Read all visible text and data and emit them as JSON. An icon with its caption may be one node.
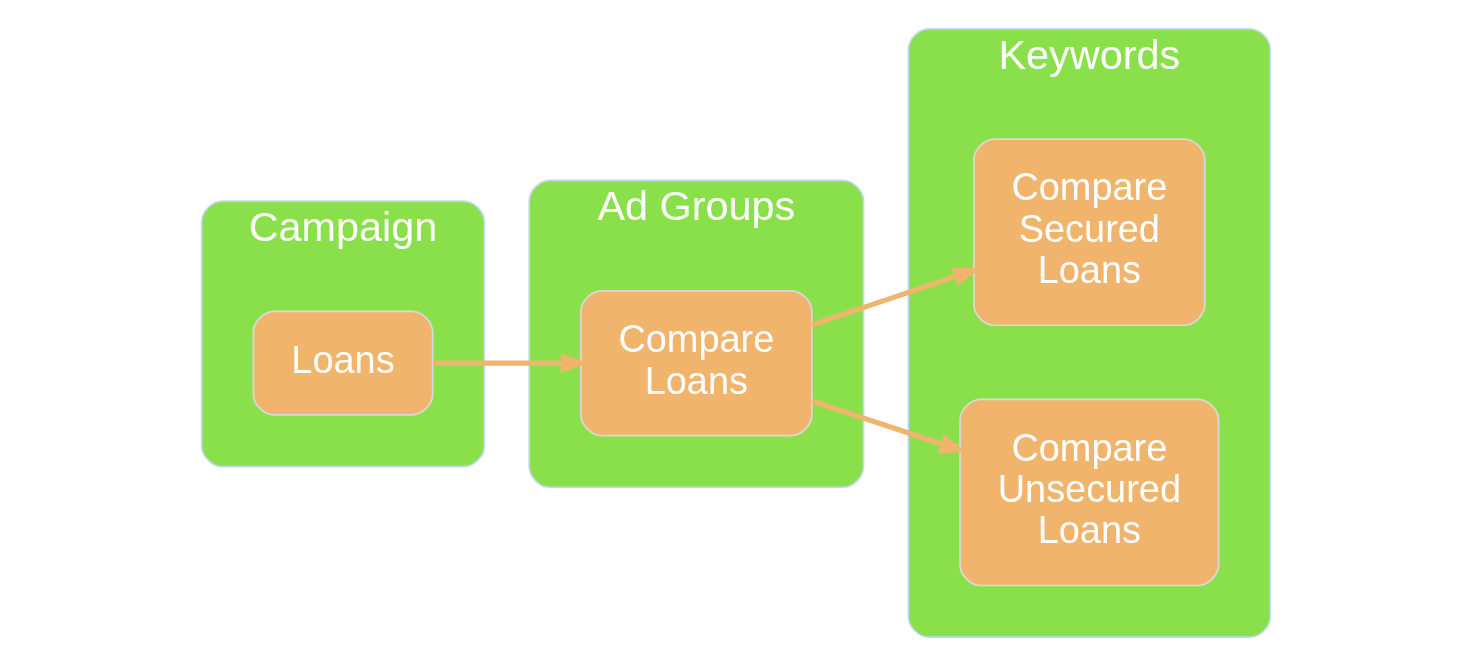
{
  "diagram": {
    "nodes": [
      {
        "text": [
          "Campaign"
        ]
      },
      {
        "text": [
          "Loans"
        ],
        "in": 0
      },
      {
        "text": [
          "Ad Groups"
        ]
      },
      {
        "text": [
          "Compare Loans"
        ],
        "in": 2
      },
      {
        "text": [
          "Keywords"
        ]
      },
      {
        "text": [
          "Compare Secured Loans"
        ],
        "in": 4
      },
      {
        "text": [
          "Compare Unsecured Loans"
        ],
        "in": 4
      }
    ],
    "edges": [
      {
        "from": 1,
        "to": 3,
        "arrow": "to"
      },
      {
        "from": 3,
        "to": 5,
        "arrow": "to"
      },
      {
        "from": 3,
        "to": 6,
        "arrow": "to"
      }
    ]
  }
}
